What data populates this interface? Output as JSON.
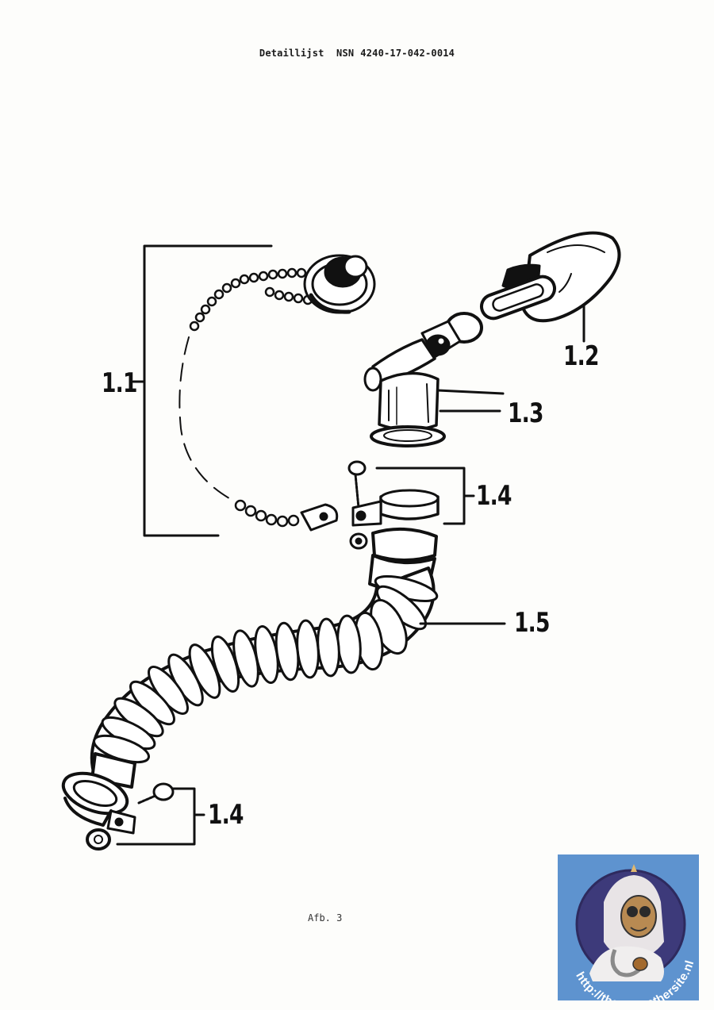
{
  "header": {
    "title": "Detaillijst",
    "nsn_label": "NSN",
    "nsn_number": "4240-17-042-0014"
  },
  "labels": {
    "l1_1": "1.1",
    "l1_2": "1.2",
    "l1_3": "1.3",
    "l1_4_top": "1.4",
    "l1_5": "1.5",
    "l1_4_bottom": "1.4"
  },
  "caption": "Afb. 3",
  "logo": {
    "url_text": "http://therebreathersite.nl",
    "background": "#5e93cf"
  }
}
